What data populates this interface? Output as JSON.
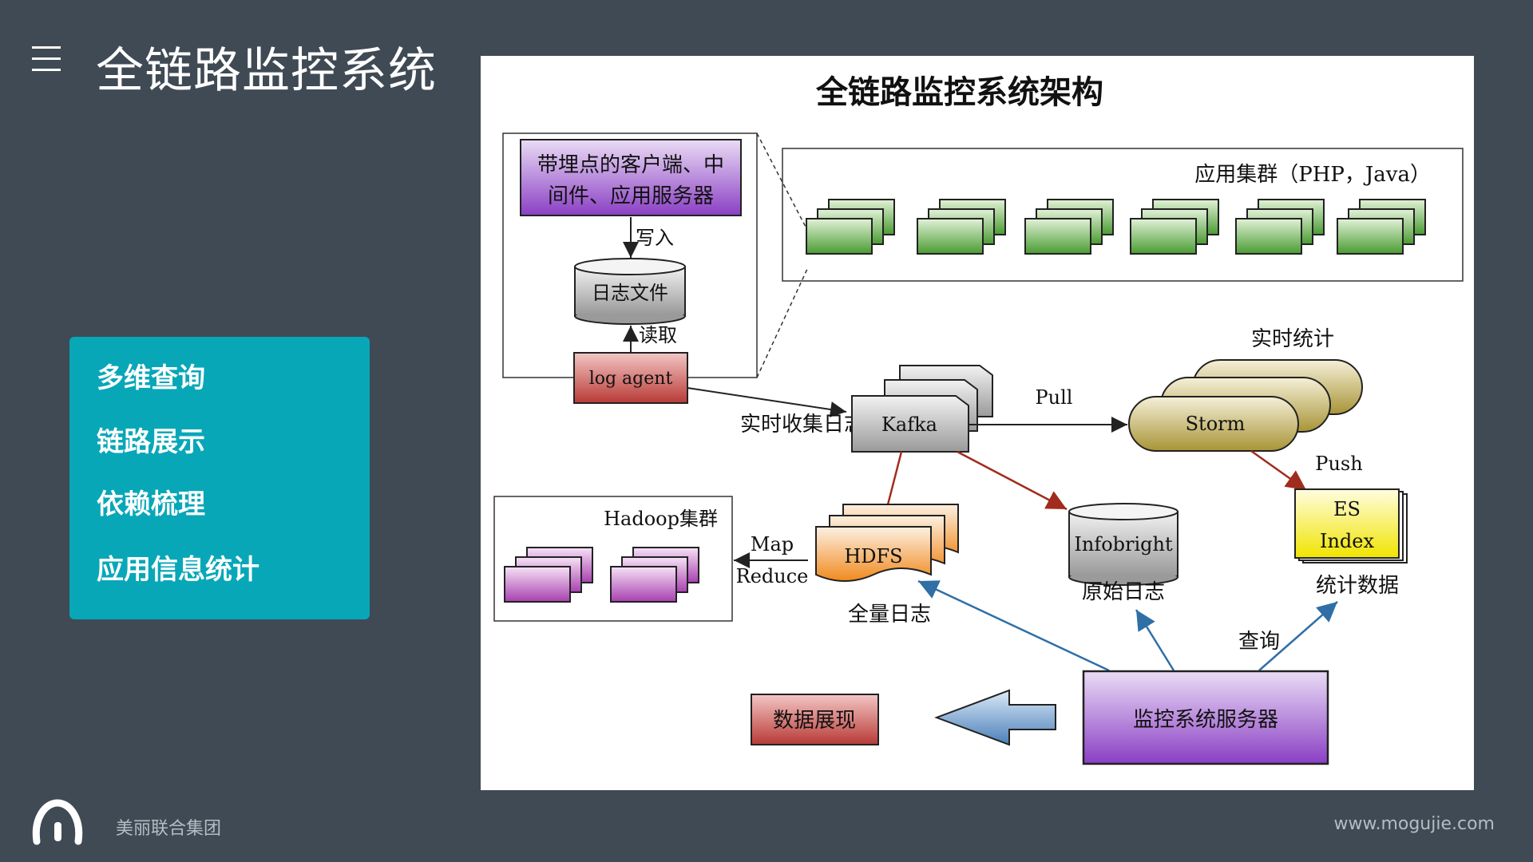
{
  "header": {
    "title": "全链路监控系统"
  },
  "sidebar": {
    "items": [
      {
        "label": "多维查询"
      },
      {
        "label": "链路展示"
      },
      {
        "label": "依赖梳理"
      },
      {
        "label": "应用信息统计"
      }
    ]
  },
  "diagram": {
    "title": "全链路监控系统架构",
    "client_box": "带埋点的客户端、中|间件、应用服务器",
    "write_label": "写入",
    "log_file": "日志文件",
    "read_label": "读取",
    "log_agent": "log agent",
    "app_cluster_label": "应用集群（PHP，Java）",
    "realtime_collect": "实时收集日志",
    "kafka": "Kafka",
    "pull": "Pull",
    "storm": "Storm",
    "realtime_stats": "实时统计",
    "push": "Push",
    "es_index": "ES|Index",
    "stat_data": "统计数据",
    "hadoop_cluster": "Hadoop集群",
    "map_reduce": "Map|Reduce",
    "hdfs": "HDFS",
    "full_logs": "全量日志",
    "infobright": "Infobright",
    "raw_logs": "原始日志",
    "query": "查询",
    "monitor_server": "监控系统服务器",
    "data_display": "数据展现"
  },
  "footer": {
    "company": "美丽联合集团",
    "url": "www.mogujie.com"
  },
  "colors": {
    "background": "#3f4a54",
    "sidebar": "#08a7b8",
    "purple_box": "#9b59c8",
    "red_box": "#c0504d",
    "green_server": "#5aa53c",
    "storm_gold": "#b8a94a"
  }
}
